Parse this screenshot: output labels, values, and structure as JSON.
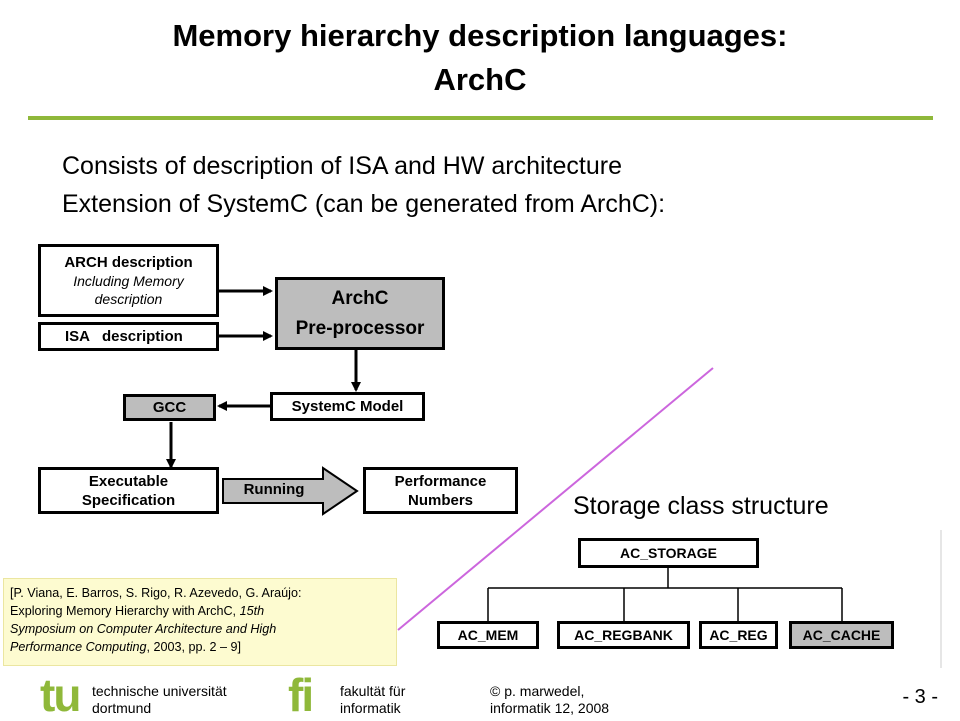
{
  "slide": {
    "title_line1": "Memory hierarchy description languages:",
    "title_line2": "ArchC",
    "bullet1": "Consists of description of ISA and HW architecture",
    "bullet2": "Extension  of SystemC (can be generated from ArchC):"
  },
  "flow_diagram": {
    "arch_desc_title": "ARCH description",
    "arch_desc_sub1": "Including Memory",
    "arch_desc_sub2": "description",
    "isa_desc": "ISA   description",
    "archc_line1": "ArchC",
    "archc_line2": "Pre-processor",
    "systemc_model": "SystemC Model",
    "gcc": "GCC",
    "exec_line1": "Executable",
    "exec_line2": "Specification",
    "running": "Running",
    "perf_line1": "Performance",
    "perf_line2": "Numbers"
  },
  "storage_diagram": {
    "label": "Storage class structure",
    "root": "AC_STORAGE",
    "children": [
      "AC_MEM",
      "AC_REGBANK",
      "AC_REG",
      "AC_CACHE"
    ]
  },
  "citation": {
    "line1": "[P. Viana, E. Barros, S. Rigo, R. Azevedo, G. Araújo:",
    "line2": "Exploring Memory Hierarchy with ArchC, ",
    "line2_italic": "15th",
    "line3": "Symposium on Computer Architecture and High",
    "line4_italic": "Performance Computing",
    "line4": ", 2003, pp. 2 – 9]"
  },
  "footer": {
    "logo1_letters": "tu",
    "uni_line1": "technische universität",
    "uni_line2": "dortmund",
    "logo2_letters": "fi",
    "fac_line1": "fakultät für",
    "fac_line2": "informatik",
    "copyright_symbol": "©",
    "author_line1": "p. marwedel,",
    "author_line2": "informatik 12,  2008",
    "page_number": "- 3 -"
  },
  "colors": {
    "accent_green": "#8fb83a",
    "box_gray": "#bdbdbd",
    "diagonal_line": "#cc66dd",
    "citation_bg": "#fdfbd0"
  }
}
